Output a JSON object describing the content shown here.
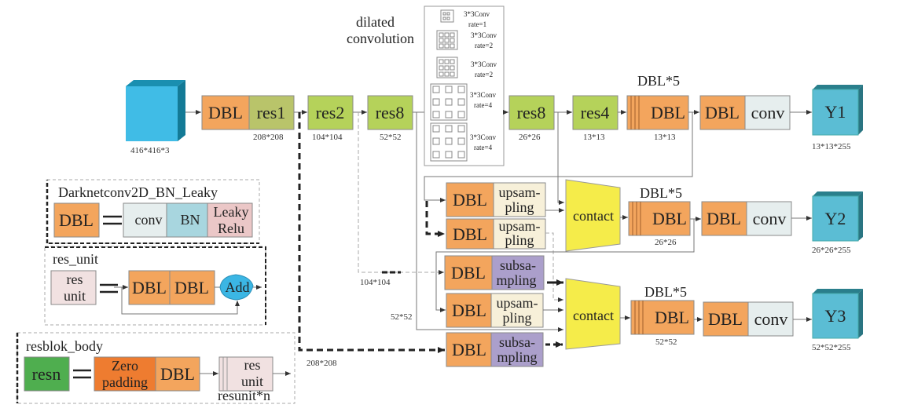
{
  "colors": {
    "dbl": "#f3a55d",
    "res1": "#b9c46a",
    "res": "#b5d25a",
    "conv": "#e6eeee",
    "bn": "#a8d6df",
    "leaky": "#ebc7c7",
    "resunit": "#f1e1e1",
    "upsampling": "#f7f0d9",
    "subsampling": "#ab9fcb",
    "contact": "#f5ec4a",
    "output": "#5bbdd4",
    "input": "#40bce6",
    "resn": "#4fae4f",
    "zero": "#ee7c30",
    "add": "#3bb6e4"
  },
  "labels": {
    "dilated_title_1": "dilated",
    "dilated_title_2": "convolution",
    "dilated_items": [
      {
        "name": "3*3Conv",
        "rate": "rate=1"
      },
      {
        "name": "3*3Conv",
        "rate": "rate=2"
      },
      {
        "name": "3*3Conv",
        "rate": "rate=2"
      },
      {
        "name": "3*3Conv",
        "rate": "rate=4"
      },
      {
        "name": "3*3Conv",
        "rate": "rate=4"
      }
    ],
    "input_dim": "416*416*3",
    "dbl": "DBL",
    "res1": "res1",
    "res2": "res2",
    "res8": "res8",
    "res8b": "res8",
    "res4": "res4",
    "conv": "conv",
    "dim_208": "208*208",
    "dim_104": "104*104",
    "dim_52": "52*52",
    "dim_26": "26*26",
    "dim_13": "13*13",
    "dim_13b": "13*13",
    "dim_26b": "26*26",
    "dim_52b": "52*52",
    "dim_104_side": "104*104",
    "dim_52_side": "52*52",
    "dim_208_side": "208*208",
    "dbl5": "DBL*5",
    "y1": "Y1",
    "y2": "Y2",
    "y3": "Y3",
    "y1_dim": "13*13*255",
    "y2_dim": "26*26*255",
    "y3_dim": "52*52*255",
    "upsam": "upsam-",
    "pling": "pling",
    "subsa": "subsa-",
    "mpling": "mpling",
    "contact": "contact",
    "darknet_title": "Darknetconv2D_BN_Leaky",
    "bn": "BN",
    "leaky": "Leaky",
    "relu": "Relu",
    "res_unit_title": "res_unit",
    "res": "res",
    "unit": "unit",
    "add": "Add",
    "resblock_title": "resblok_body",
    "resn": "resn",
    "zero": "Zero",
    "padding": "padding",
    "resunit_n": "resunit*n"
  }
}
